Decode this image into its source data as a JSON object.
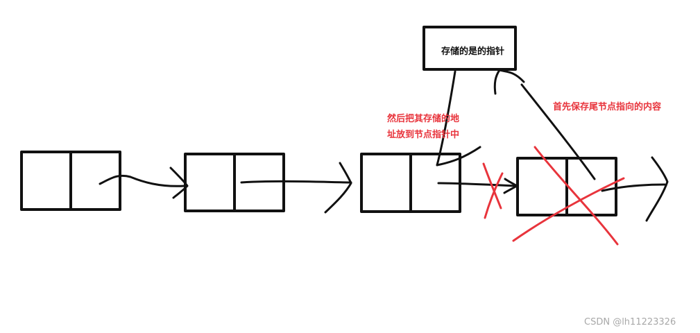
{
  "colors": {
    "ink": "#111111",
    "annotation": "#e8343c",
    "watermark": "#a8a8a8"
  },
  "pointer_box_label": "存储的是的指针",
  "annotation_restore": {
    "line1": "然后把其存储的地",
    "line2": "址放到节点指针中"
  },
  "annotation_save": "首先保存尾节点指向的内容",
  "watermark": "CSDN @lh11223326",
  "nodes": [
    {
      "id": "node-1",
      "removed": false
    },
    {
      "id": "node-2",
      "removed": false
    },
    {
      "id": "node-3",
      "removed": false
    },
    {
      "id": "node-4",
      "removed": true
    }
  ]
}
